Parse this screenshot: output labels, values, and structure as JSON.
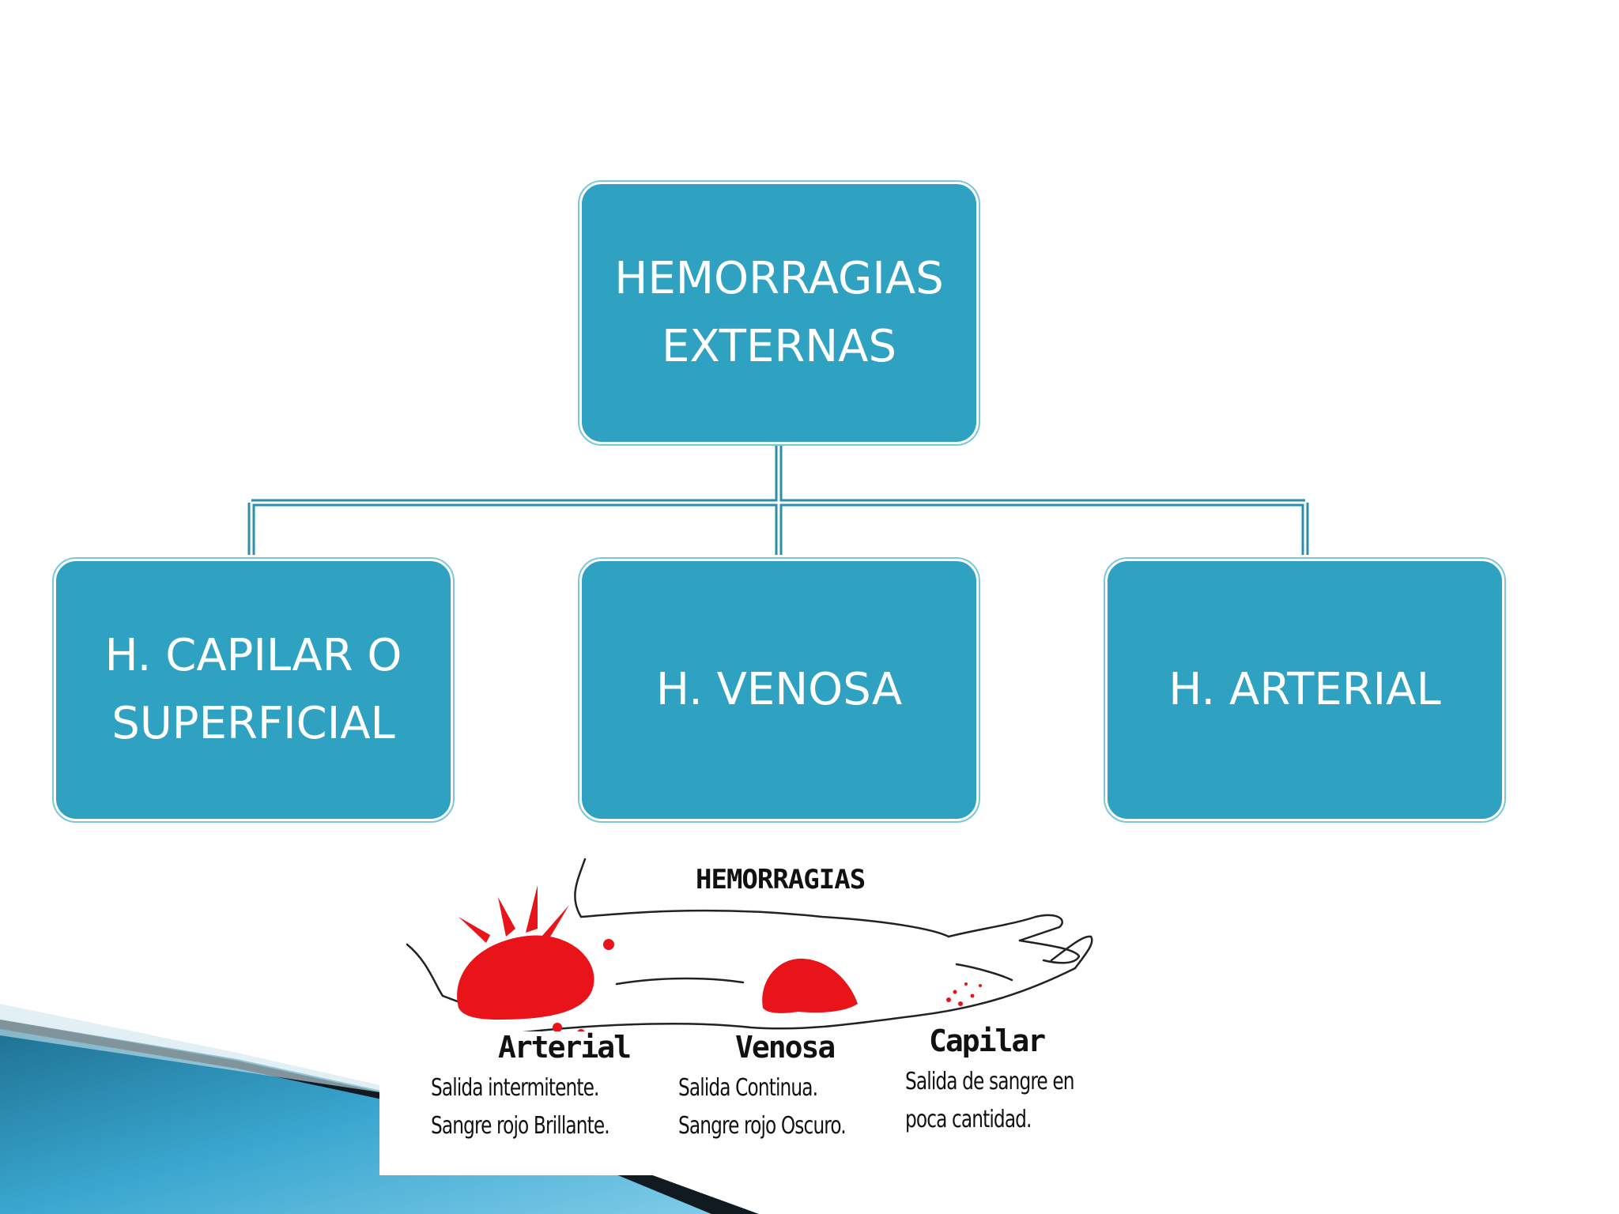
{
  "diagram": {
    "root": {
      "label": "HEMORRAGIAS\nEXTERNAS"
    },
    "children": [
      {
        "label": "H. CAPILAR O\nSUPERFICIAL"
      },
      {
        "label": "H. VENOSA"
      },
      {
        "label": "H. ARTERIAL"
      }
    ]
  },
  "colors": {
    "node_fill": "#2fa2c2",
    "connector": "#2a8fa8",
    "blood": "#e8141a"
  },
  "illustration": {
    "title": "HEMORRAGIAS",
    "columns": [
      {
        "heading": "Arterial",
        "lines": [
          "Salida intermitente.",
          "Sangre rojo Brillante."
        ]
      },
      {
        "heading": "Venosa",
        "lines": [
          "Salida Continua.",
          "Sangre rojo Oscuro."
        ]
      },
      {
        "heading": "Capilar",
        "lines": [
          "Salida de sangre en",
          "poca cantidad."
        ]
      }
    ]
  }
}
